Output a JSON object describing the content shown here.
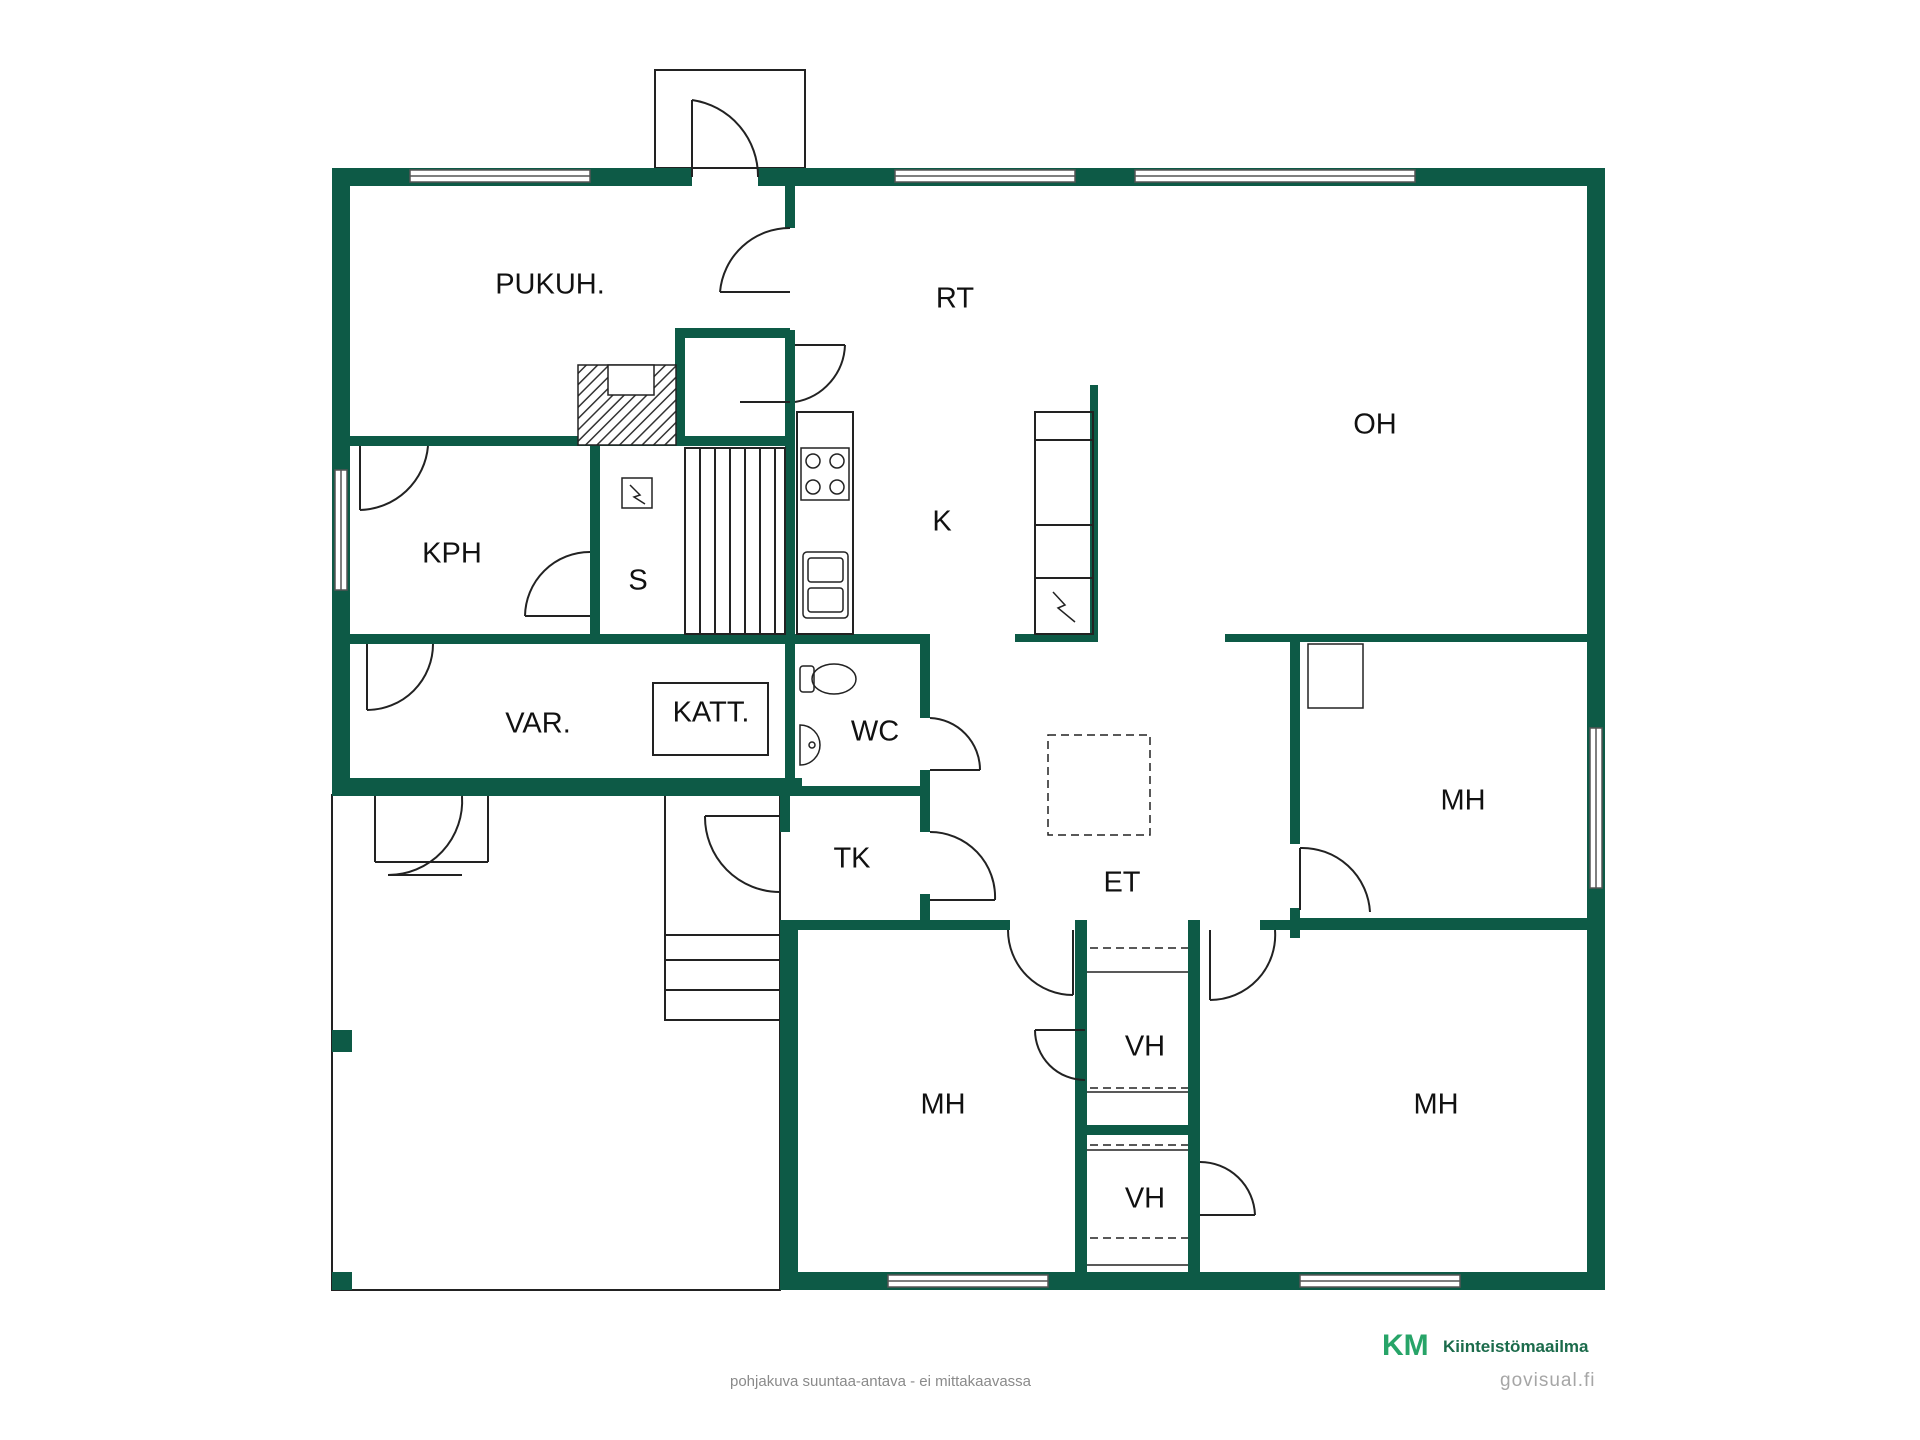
{
  "rooms": {
    "pukuh": "PUKUH.",
    "rt": "RT",
    "oh": "OH",
    "kph": "KPH",
    "s": "S",
    "k": "K",
    "var": "VAR.",
    "katt": "KATT.",
    "wc": "WC",
    "tk": "TK",
    "et": "ET",
    "mh_east": "MH",
    "mh_southwest": "MH",
    "mh_southeast": "MH",
    "vh_upper": "VH",
    "vh_lower": "VH"
  },
  "footer": {
    "disclaimer": "pohjakuva suuntaa-antava - ei mittakaavassa",
    "brand_mark": "KM",
    "brand_name": "Kiinteistömaailma",
    "website": "govisual.fi"
  },
  "colors": {
    "wall": "#0d5a46",
    "brand_green": "#1b6b4b",
    "brand_mark": "#27a468"
  },
  "icons": {
    "electric_panel": "lightning-icon",
    "stove": "stove-icon",
    "sink": "sink-icon",
    "toilet": "toilet-icon",
    "washbasin": "washbasin-icon",
    "fireplace": "fireplace-icon"
  }
}
